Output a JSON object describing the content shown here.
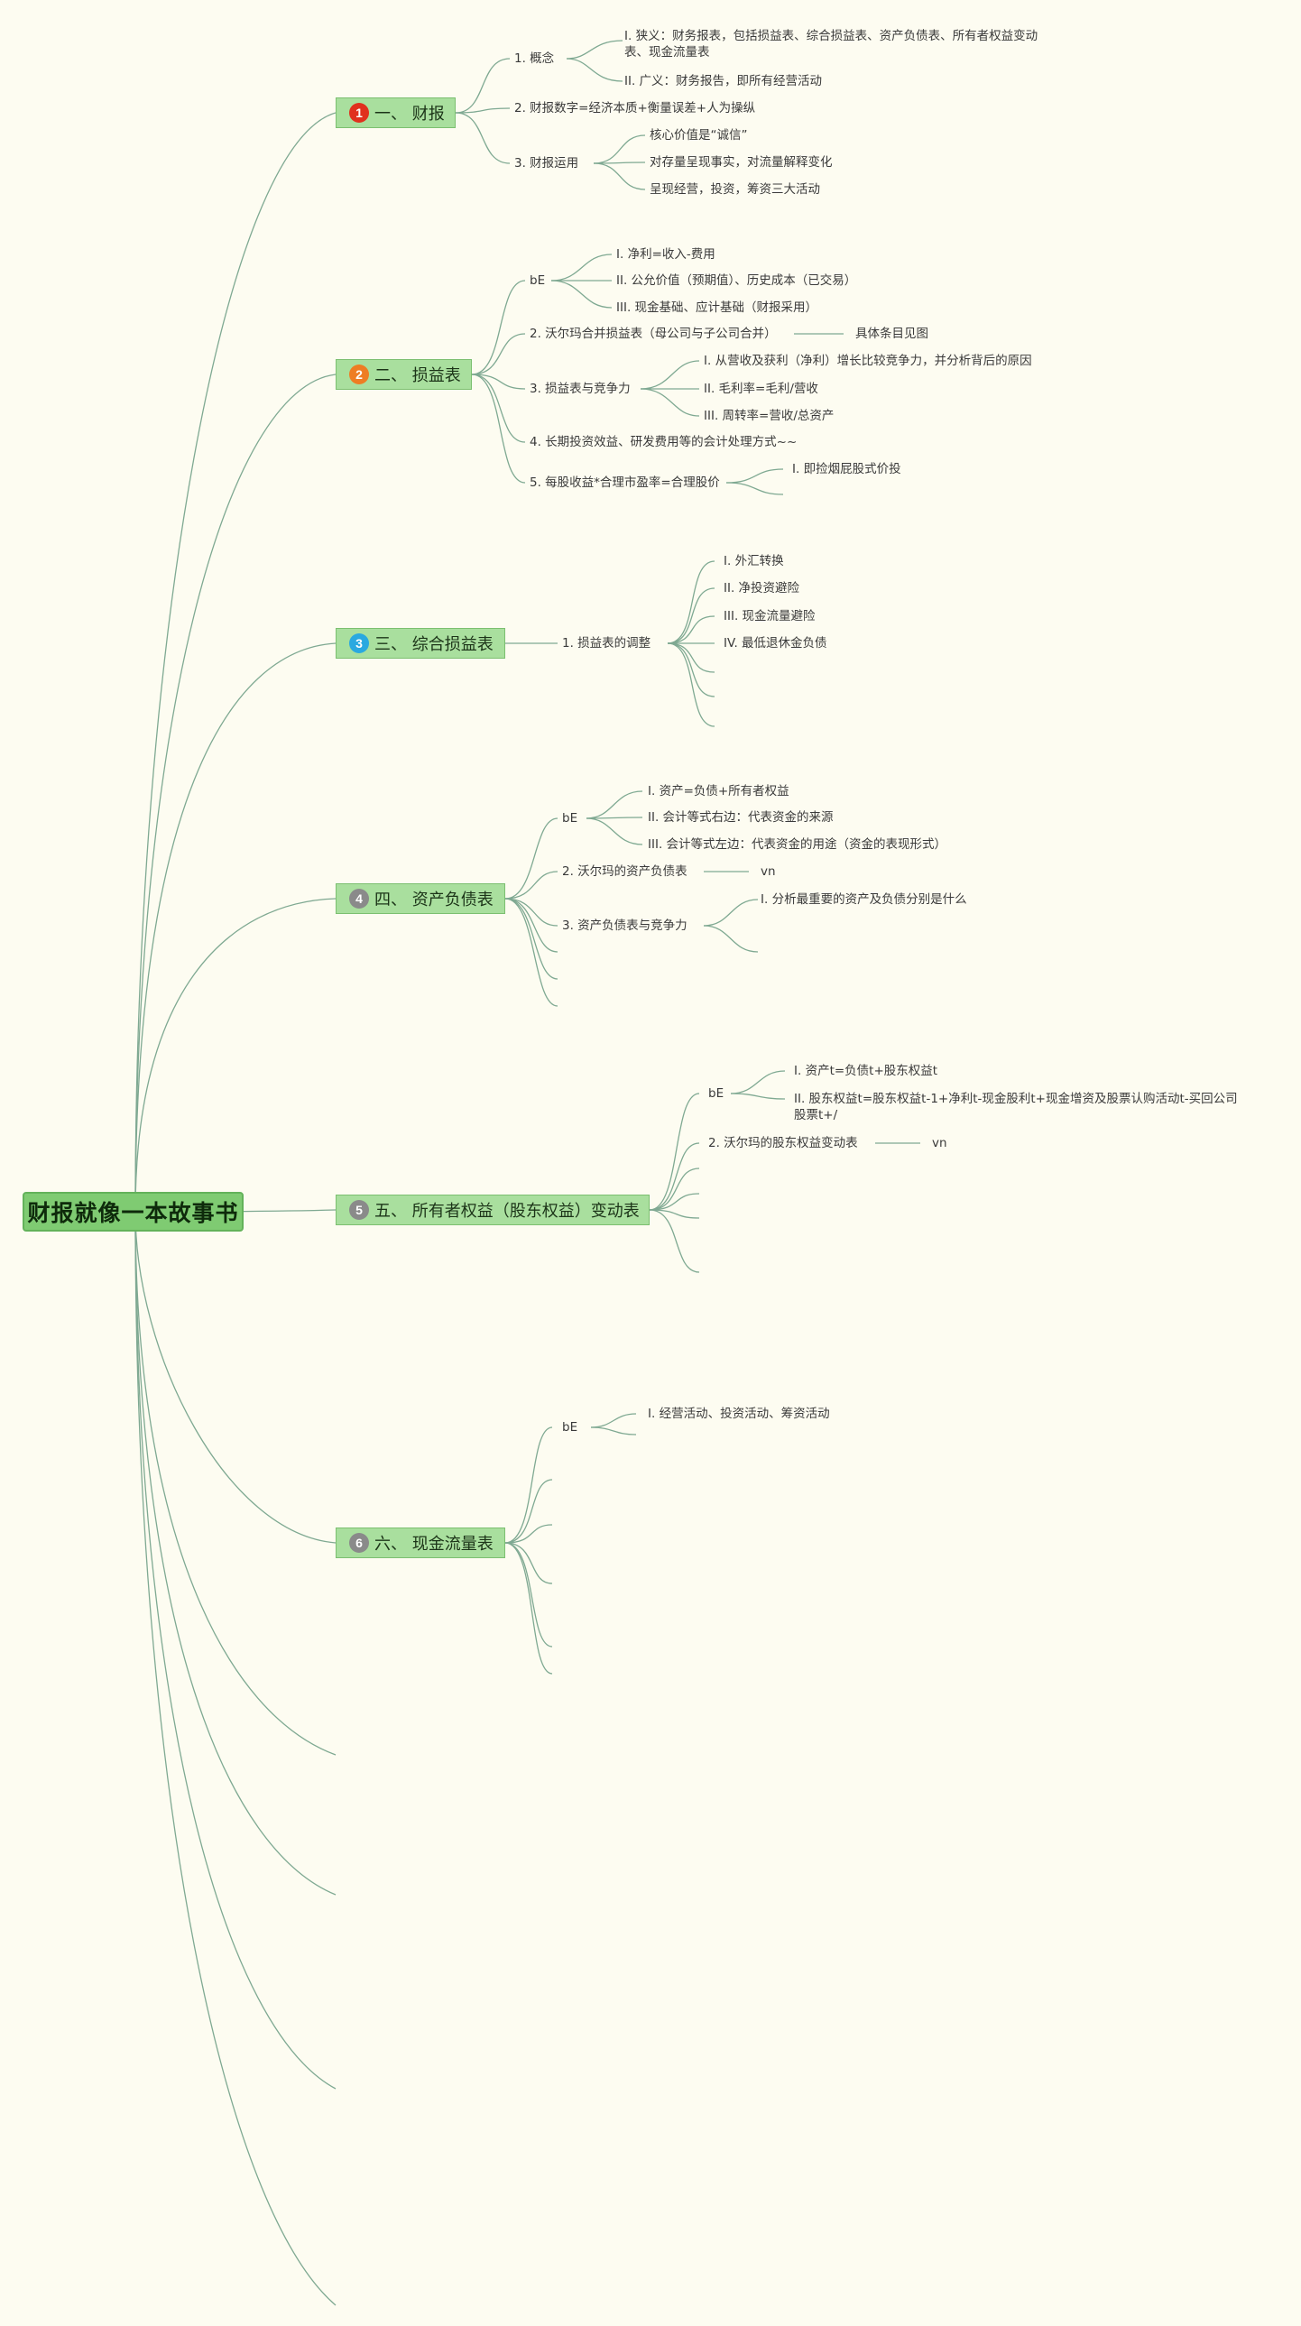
{
  "root": "财报就像一本故事书",
  "colors": {
    "badge1": "#e0301e",
    "badge2": "#ee7d23",
    "badge3": "#2aa9e0",
    "badge_gray": "#8a8a8a"
  },
  "sections": [
    {
      "num": "1",
      "label": "一、 财报"
    },
    {
      "num": "2",
      "label": "二、 损益表"
    },
    {
      "num": "3",
      "label": "三、 综合损益表"
    },
    {
      "num": "4",
      "label": "四、 资产负债表"
    },
    {
      "num": "5",
      "label": "五、 所有者权益（股东权益）变动表"
    },
    {
      "num": "6",
      "label": "六、 现金流量表"
    }
  ],
  "s1": {
    "concept": "1. 概念",
    "c1": "I. 狭义：财务报表，包括损益表、综合损益表、资产负债表、所有者权益变动表、现金流量表",
    "c2": "II. 广义：财务报告，即所有经营活动",
    "numbers": "2. 财报数字=经济本质+衡量误差+人为操纵",
    "use": "3. 财报运用",
    "u1": "核心价值是“诚信”",
    "u2": "对存量呈现事实，对流量解释变化",
    "u3": "呈现经营，投资，筹资三大活动"
  },
  "s2": {
    "be": "bE",
    "b1": "I. 净利=收入-费用",
    "b2": "II. 公允价值（预期值）、历史成本（已交易）",
    "b3": "III. 现金基础、应计基础（财报采用）",
    "walmart": "2. 沃尔玛合并损益表（母公司与子公司合并）",
    "walmart_note": "具体条目见图",
    "comp": "3. 损益表与竞争力",
    "k1": "I. 从营收及获利（净利）增长比较竞争力，并分析背后的原因",
    "k2": "II. 毛利率=毛利/营收",
    "k3": "III. 周转率=营收/总资产",
    "longterm": "4. 长期投资效益、研发费用等的会计处理方式~~",
    "eps": "5. 每股收益*合理市盈率=合理股价",
    "e1": "I. 即捡烟屁股式价投"
  },
  "s3": {
    "adjust": "1. 损益表的调整",
    "a1": "I. 外汇转换",
    "a2": "II. 净投资避险",
    "a3": "III. 现金流量避险",
    "a4": "IV. 最低退休金负债"
  },
  "s4": {
    "be": "bE",
    "b1": "I. 资产=负债+所有者权益",
    "b2": "II. 会计等式右边：代表资金的来源",
    "b3": "III. 会计等式左边：代表资金的用途（资金的表现形式）",
    "walmart": "2. 沃尔玛的资产负债表",
    "walmart_note": "vn",
    "comp": "3. 资产负债表与竞争力",
    "c1": "I. 分析最重要的资产及负债分别是什么"
  },
  "s5": {
    "be": "bE",
    "b1": "I. 资产t=负债t+股东权益t",
    "b2": "II. 股东权益t=股东权益t-1+净利t-现金股利t+现金增资及股票认购活动t-买回公司股票t+/",
    "walmart": "2. 沃尔玛的股东权益变动表",
    "walmart_note": "vn"
  },
  "s6": {
    "be": "bE",
    "b1": "I. 经营活动、投资活动、筹资活动"
  }
}
